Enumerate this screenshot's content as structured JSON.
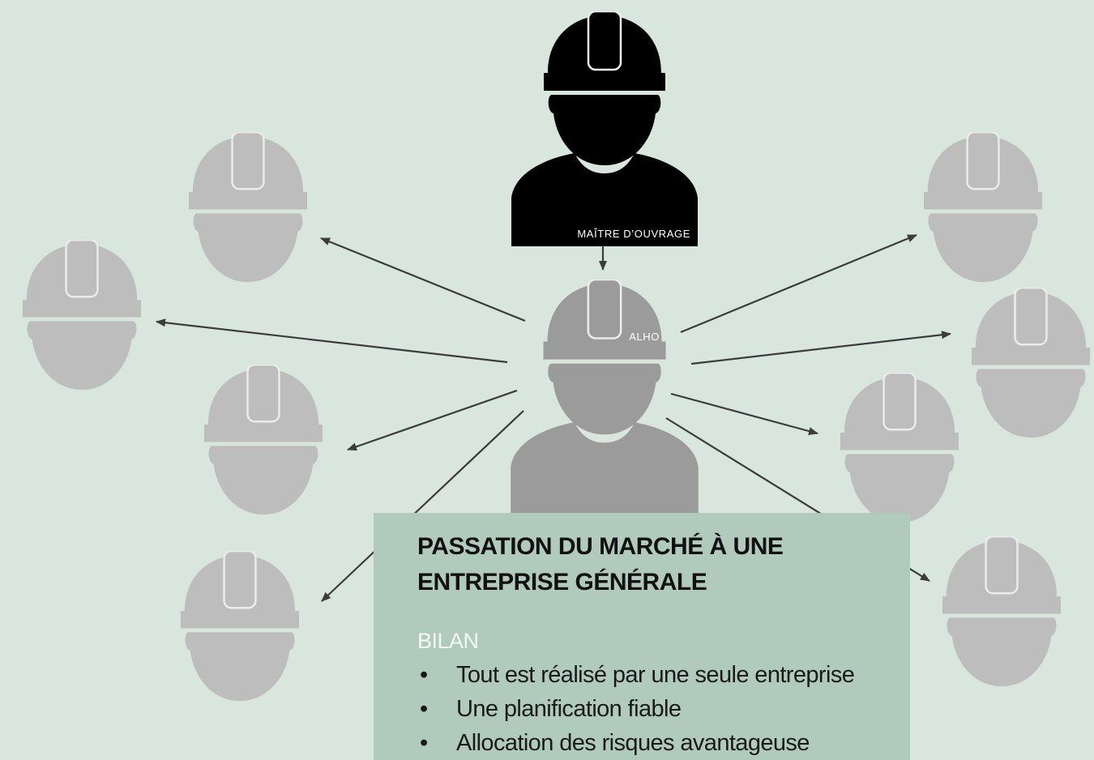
{
  "labels": {
    "owner": "MAÎTRE D’OUVRAGE",
    "contractor": "ALHO"
  },
  "info": {
    "title": "PASSATION DU MARCHÉ À UNE ENTREPRISE GÉNÉRALE",
    "subtitle": "BILAN",
    "bullets": [
      "Tout est réalisé par une seule entreprise",
      "Une planification fiable",
      "Allocation des risques avantageuse"
    ]
  },
  "colors": {
    "background": "#d8e6de",
    "owner": "#000000",
    "contractor": "#9b9b9b",
    "subcontractor": "#bdbdbd",
    "arrow": "#3c3c3c",
    "box": "#b0cbbb"
  },
  "icons": {
    "person": "construction-worker-icon"
  }
}
